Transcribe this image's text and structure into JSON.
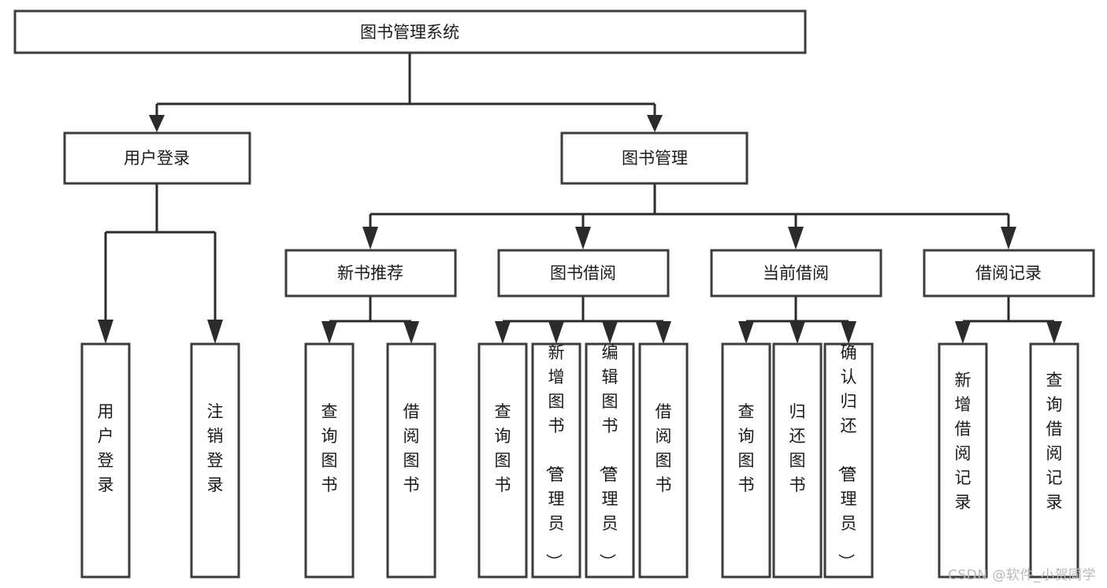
{
  "diagram": {
    "title": "图书管理系统",
    "type": "tree-hierarchy",
    "watermark": "CSDN @软件_小贺同学",
    "colors": {
      "box_stroke": "#3c3c3c",
      "box_fill": "#ffffff",
      "connector": "#2b2b2b",
      "text": "#1a1a1a",
      "watermark": "#b9b9b9",
      "background": "#ffffff"
    },
    "levels": {
      "root": {
        "label": "图书管理系统"
      },
      "level2": [
        {
          "id": "user-login",
          "label": "用户登录"
        },
        {
          "id": "book-manage",
          "label": "图书管理"
        }
      ],
      "level3": [
        {
          "id": "new-book-recommend",
          "label": "新书推荐"
        },
        {
          "id": "book-borrow",
          "label": "图书借阅"
        },
        {
          "id": "current-borrow",
          "label": "当前借阅"
        },
        {
          "id": "borrow-record",
          "label": "借阅记录"
        }
      ],
      "leaves": {
        "user-login": [
          {
            "id": "leaf-user-login",
            "label": "用户登录"
          },
          {
            "id": "leaf-logout",
            "label": "注销登录"
          }
        ],
        "new-book-recommend": [
          {
            "id": "leaf-query-book-1",
            "label": "查询图书"
          },
          {
            "id": "leaf-borrow-book-1",
            "label": "借阅图书"
          }
        ],
        "book-borrow": [
          {
            "id": "leaf-query-book-2",
            "label": "查询图书"
          },
          {
            "id": "leaf-add-book",
            "label": "新增图书（管理员）"
          },
          {
            "id": "leaf-edit-book",
            "label": "编辑图书（管理员）"
          },
          {
            "id": "leaf-borrow-book-2",
            "label": "借阅图书"
          }
        ],
        "current-borrow": [
          {
            "id": "leaf-query-book-3",
            "label": "查询图书"
          },
          {
            "id": "leaf-return-book",
            "label": "归还图书"
          },
          {
            "id": "leaf-confirm-return",
            "label": "确认归还（管理员）"
          }
        ],
        "borrow-record": [
          {
            "id": "leaf-add-record",
            "label": "新增借阅记录"
          },
          {
            "id": "leaf-query-record",
            "label": "查询借阅记录"
          }
        ]
      }
    }
  }
}
